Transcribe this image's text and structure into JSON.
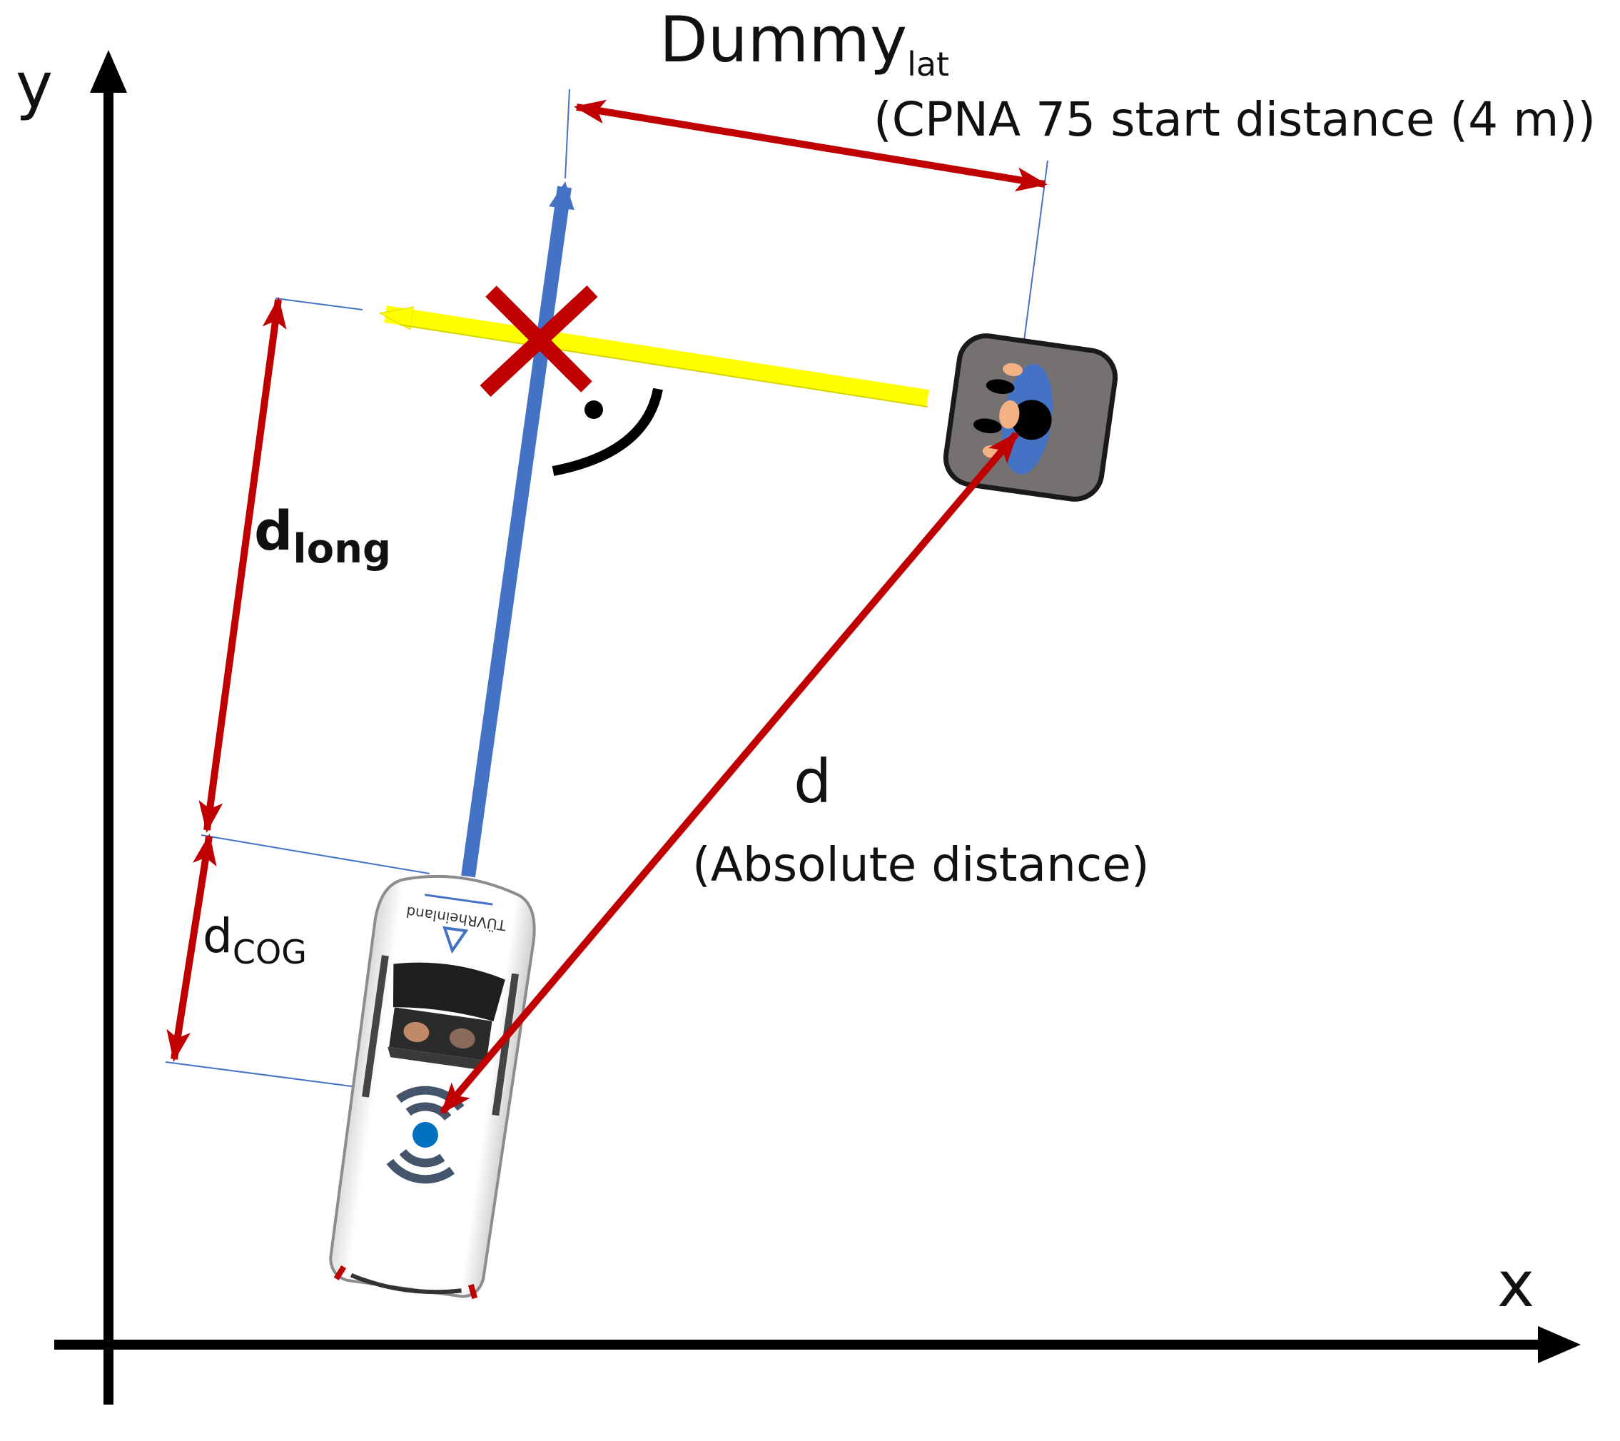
{
  "axes": {
    "x_label": "x",
    "y_label": "y"
  },
  "labels": {
    "dummy_lat_main": "Dummy",
    "dummy_lat_sub": "lat",
    "dummy_lat_note": "(CPNA 75 start distance (4 m))",
    "d_long_main": "d",
    "d_long_sub": "long",
    "d_cog_main": "d",
    "d_cog_sub": "COG",
    "d_abs_main": "d",
    "d_abs_note": "(Absolute distance)"
  },
  "vehicle": {
    "brand_text": "TÜVRheinland"
  },
  "colors": {
    "axis": "#000000",
    "measure_arrow": "#c00000",
    "vehicle_path": "#4472c4",
    "pedestrian_path": "#ffff00",
    "collision_marker": "#c00000",
    "guide_line": "#4472c4",
    "right_angle_mark": "#000000"
  },
  "icons": {
    "collision": "x-cross-icon",
    "pedestrian": "pedestrian-dummy-icon",
    "vehicle": "car-top-view-icon",
    "sensor": "wireless-sensor-icon",
    "right_angle": "right-angle-icon"
  }
}
